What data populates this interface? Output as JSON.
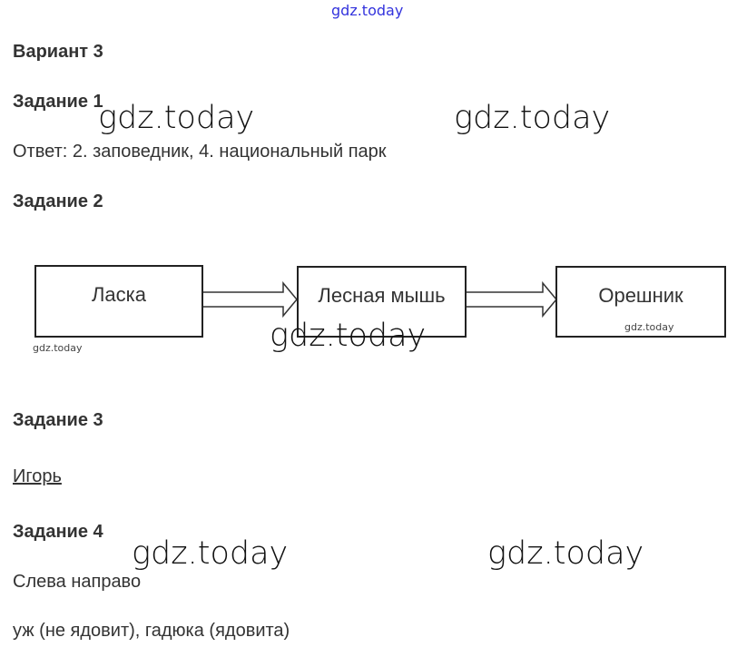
{
  "watermark_top": "gdz.today",
  "watermark": "gdz.today",
  "variant": "Вариант 3",
  "task1": {
    "title": "Задание 1",
    "answer": "Ответ: 2. заповедник, 4. национальный парк"
  },
  "task2": {
    "title": "Задание 2",
    "chain": [
      "Ласка",
      "Лесная мышь",
      "Орешник"
    ]
  },
  "task3": {
    "title": "Задание 3",
    "answer": "Игорь"
  },
  "task4": {
    "title": "Задание 4",
    "line1": "Слева направо",
    "line2": "уж (не ядовит), гадюка (ядовита)"
  }
}
